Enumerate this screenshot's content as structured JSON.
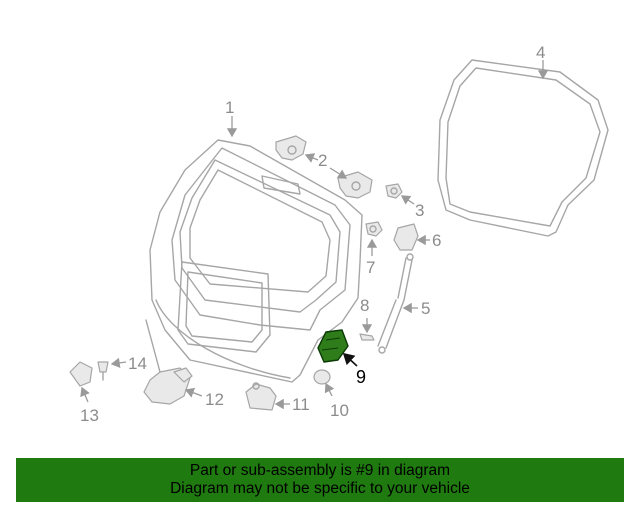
{
  "callouts": {
    "c1": "1",
    "c2": "2",
    "c3": "3",
    "c4": "4",
    "c5": "5",
    "c6": "6",
    "c7": "7",
    "c8": "8",
    "c9": "9",
    "c10": "10",
    "c11": "11",
    "c12": "12",
    "c13": "13",
    "c14": "14"
  },
  "highlight": {
    "part": "9",
    "color": "#2e7d1a"
  },
  "banner": {
    "line1": "Part or sub-assembly is #9 in diagram",
    "line2": "Diagram may not be specific to your vehicle",
    "color": "#1f7a10"
  }
}
